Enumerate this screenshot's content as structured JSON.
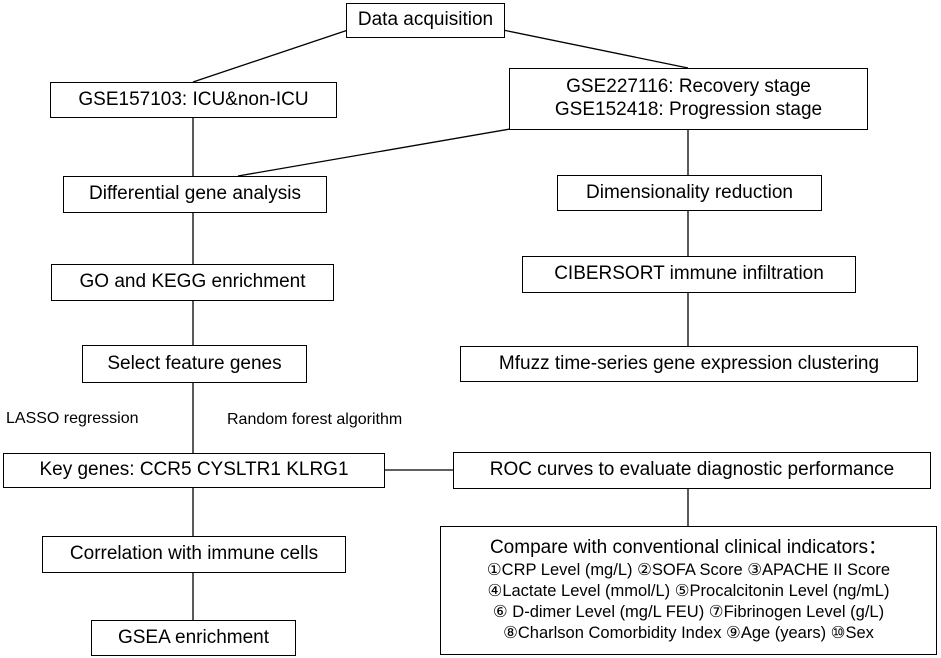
{
  "nodes": {
    "data_acquisition": "Data acquisition",
    "gse157103": "GSE157103: ICU&non-ICU",
    "gse227116": "GSE227116: Recovery stage",
    "gse152418": "GSE152418: Progression stage",
    "differential": "Differential gene analysis",
    "dimensionality": "Dimensionality reduction",
    "go_kegg": "GO and KEGG enrichment",
    "cibersort": "CIBERSORT immune infiltration",
    "select_genes": "Select feature genes",
    "mfuzz": "Mfuzz time-series gene expression clustering",
    "key_genes": "Key genes: CCR5 CYSLTR1 KLRG1",
    "roc": "ROC curves to evaluate diagnostic performance",
    "correlation": "Correlation with immune cells",
    "gsea": "GSEA enrichment"
  },
  "labels": {
    "lasso": "LASSO regression",
    "random_forest": "Random forest algorithm"
  },
  "clinical": {
    "title": "Compare with conventional clinical indicators：",
    "lines": [
      "①CRP Level (mg/L)  ②SOFA Score  ③APACHE II Score",
      "④Lactate Level (mmol/L) ⑤Procalcitonin Level (ng/mL)",
      "⑥ D-dimer Level (mg/L FEU) ⑦Fibrinogen Level (g/L)",
      "⑧Charlson Comorbidity Index ⑨Age (years) ⑩Sex"
    ]
  }
}
